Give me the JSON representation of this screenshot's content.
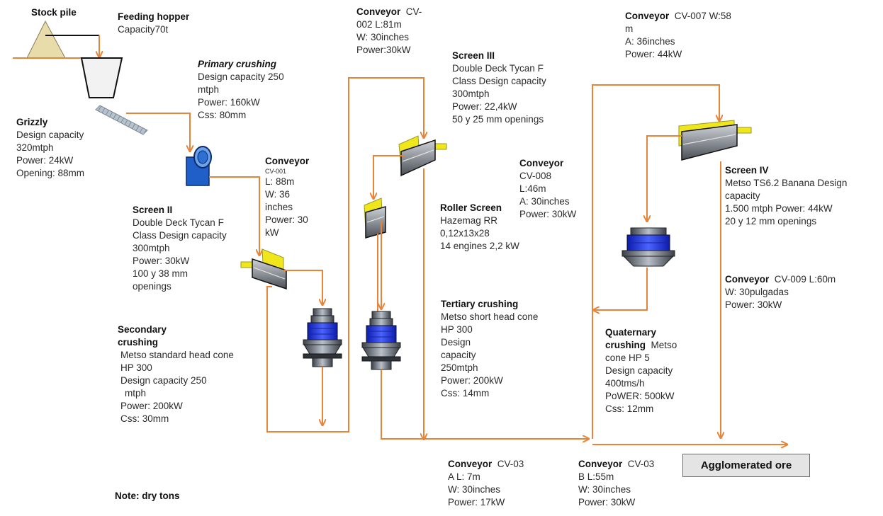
{
  "stock_pile": {
    "title": "Stock pile"
  },
  "feeding_hopper": {
    "title": "Feeding hopper",
    "capacity": "Capacity70t"
  },
  "grizzly": {
    "title": "Grizzly",
    "l1": "Design capacity",
    "l2": "320mtph",
    "l3": "Power: 24kW",
    "l4": "Opening: 88mm"
  },
  "primary": {
    "title": "Primary crushing",
    "l1": "Design capacity  250",
    "l2": "mtph",
    "l3": "Power: 160kW",
    "l4": "Css: 80mm"
  },
  "conv_cv001": {
    "title": "Conveyor",
    "id": "CV-001",
    "l1": "L: 88m",
    "l2": "W: 36",
    "l3": "inches",
    "l4": "Power: 30",
    "l5": "kW"
  },
  "screen2": {
    "title": "Screen II",
    "l1": "Double Deck Tycan F",
    "l2": "Class  Design capacity",
    "l3": "300mtph",
    "l4": "Power: 30kW",
    "l5": "100 y 38 mm",
    "l6": "openings"
  },
  "secondary": {
    "title1": "Secondary",
    "title2": "crushing",
    "l1": "Metso standard head cone",
    "l2": "HP 300",
    "l3": "Design capacity  250",
    "l4": "mtph",
    "l5": "Power: 200kW",
    "l6": "Css: 30mm"
  },
  "conv_cv002": {
    "title": "Conveyor",
    "l0": "CV-",
    "l1": "002  L:81m",
    "l2": "W: 30inches",
    "l3": "Power:30kW"
  },
  "screen3": {
    "title": "Screen III",
    "l1": "Double Deck Tycan F",
    "l2": "Class  Design capacity",
    "l3": "300mtph",
    "l4": "Power: 22,4kW",
    "l5": "50 y 25 mm openings"
  },
  "roller_screen": {
    "title": "Roller Screen",
    "l1": "Hazemag RR",
    "l2": "0,12x13x28",
    "l3": "14 engines  2,2 kW"
  },
  "conv_cv008": {
    "title": "Conveyor",
    "l1": "CV-008",
    "l2": "L:46m",
    "l3": "A: 30inches",
    "l4": "Power: 30kW"
  },
  "tertiary": {
    "title": "Tertiary crushing",
    "l1": "Metso short head cone",
    "l2": "HP 300",
    "l3": "Design",
    "l4": "capacity",
    "l5": "250mtph",
    "l6": "Power: 200kW",
    "l7": "Css: 14mm"
  },
  "conv_cv007": {
    "title": "Conveyor",
    "l0": "CV-007  W:58",
    "l1": "m",
    "l2": "A: 36inches",
    "l3": "Power: 44kW"
  },
  "screen4": {
    "title": "Screen IV",
    "l1": "Metso TS6.2 Banana  Design",
    "l2": "capacity",
    "l3": "1.500 mtph  Power: 44kW",
    "l4": "20 y 12 mm openings"
  },
  "conv_cv009": {
    "title": "Conveyor",
    "l0": "CV-009  L:60m",
    "l1": "W: 30pulgadas",
    "l2": "Power: 30kW"
  },
  "quaternary": {
    "title1": "Quaternary",
    "title2": "crushing",
    "l0": "Metso",
    "l1": "cone HP 5",
    "l2": "Design capacity",
    "l3": "400tms/h",
    "l4": "PoWER: 500kW",
    "l5": "Css: 12mm"
  },
  "conv_cv03a": {
    "title": "Conveyor",
    "l0": "CV-03",
    "l1": "A  L: 7m",
    "l2": "W: 30inches",
    "l3": "Power: 17kW"
  },
  "conv_cv03b": {
    "title": "Conveyor",
    "l0": "CV-03",
    "l1": "B  L:55m",
    "l2": "W: 30inches",
    "l3": "Power: 30kW"
  },
  "agglomerated": {
    "label": "Agglomerated ore"
  },
  "note": {
    "text": "Note: dry tons"
  },
  "colors": {
    "flow": "#e8833a",
    "screen": "#f0e61c",
    "crusher_blue": "#2b3ef0",
    "pile": "#e8dcaa"
  }
}
